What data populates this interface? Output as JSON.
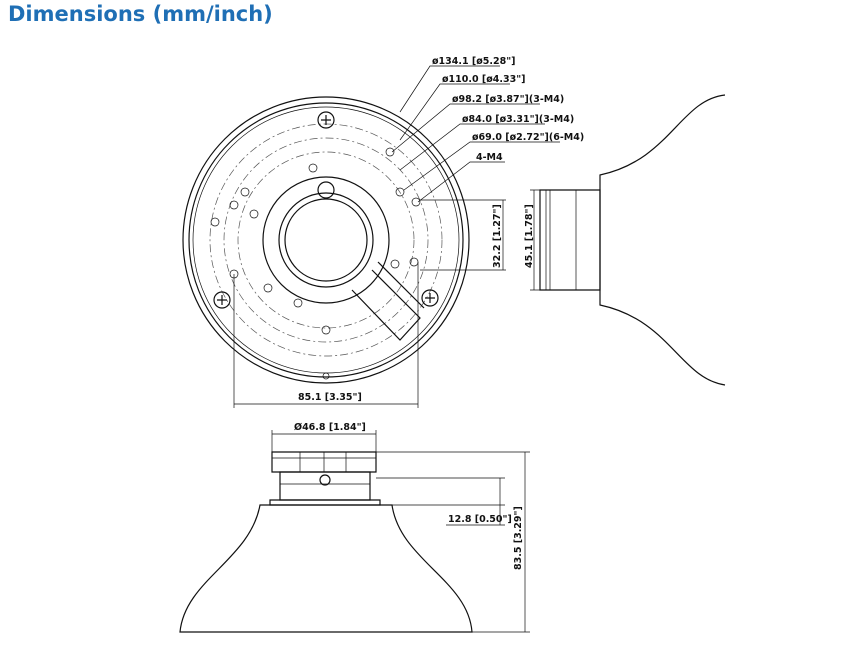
{
  "title": "Dimensions (mm/inch)",
  "labels": {
    "d134": "ø134.1 [ø5.28\"]",
    "d110": "ø110.0 [ø4.33\"]",
    "d98": "ø98.2 [ø3.87\"](3-M4)",
    "d84": "ø84.0 [ø3.31\"](3-M4)",
    "d69": "ø69.0 [ø2.72\"](6-M4)",
    "m4": "4-M4",
    "h32": "32.2 [1.27\"]",
    "h45": "45.1 [1.78\"]",
    "w85": "85.1 [3.35\"]",
    "d46": "Ø46.8 [1.84\"]",
    "h12": "12.8 [0.50\"]",
    "h83": "83.5 [3.29\"]"
  }
}
